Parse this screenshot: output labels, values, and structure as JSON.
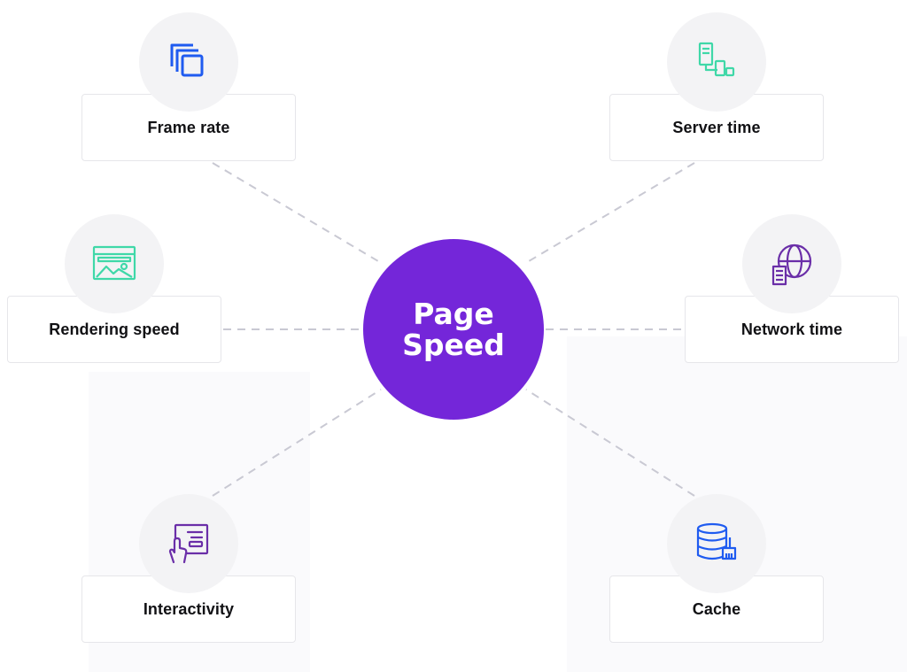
{
  "hub": {
    "line1": "Page",
    "line2": "Speed",
    "color": "#7426d9"
  },
  "nodes": [
    {
      "label": "Frame rate",
      "icon": "frame-rate-icon",
      "icon_color": "#1f5bf0"
    },
    {
      "label": "Server time",
      "icon": "server-time-icon",
      "icon_color": "#3fd8a8"
    },
    {
      "label": "Rendering speed",
      "icon": "rendering-speed-icon",
      "icon_color": "#3fd8a8"
    },
    {
      "label": "Network time",
      "icon": "network-time-icon",
      "icon_color": "#6a2ea8"
    },
    {
      "label": "Interactivity",
      "icon": "interactivity-icon",
      "icon_color": "#6a2ea8"
    },
    {
      "label": "Cache",
      "icon": "cache-icon",
      "icon_color": "#1f5bf0"
    }
  ],
  "connector_color": "#c9c9d3"
}
